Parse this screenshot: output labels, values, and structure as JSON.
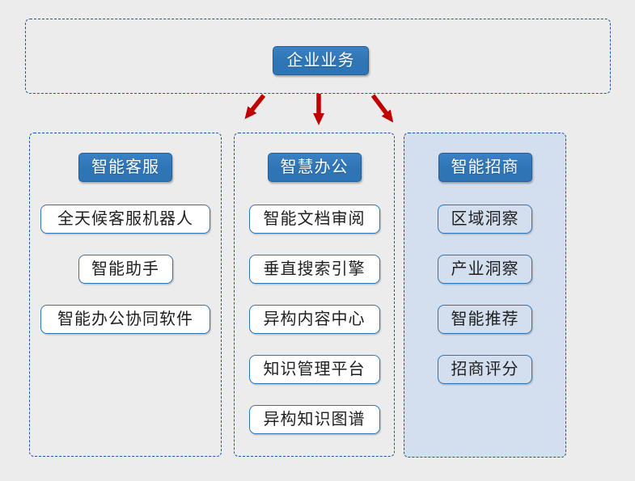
{
  "root_node": {
    "label": "企业业务"
  },
  "groups": [
    {
      "header": "智能客服",
      "items": [
        "全天候客服机器人",
        "智能助手",
        "智能办公协同软件"
      ],
      "highlighted": false
    },
    {
      "header": "智慧办公",
      "items": [
        "智能文档审阅",
        "垂直搜索引擎",
        "异构内容中心",
        "知识管理平台",
        "异构知识图谱"
      ],
      "highlighted": false
    },
    {
      "header": "智能招商",
      "items": [
        "区域洞察",
        "产业洞察",
        "智能推荐",
        "招商评分"
      ],
      "highlighted": true
    }
  ],
  "colors": {
    "canvas_bg": "#ececec",
    "dashed_border": "#2053a4",
    "node_fill": "#2e75b6",
    "node_border": "#255e92",
    "item_border": "#2e75b6",
    "item_text": "#1f1f1f",
    "highlight_fill": "#d3deee",
    "arrow": "#c00000"
  }
}
